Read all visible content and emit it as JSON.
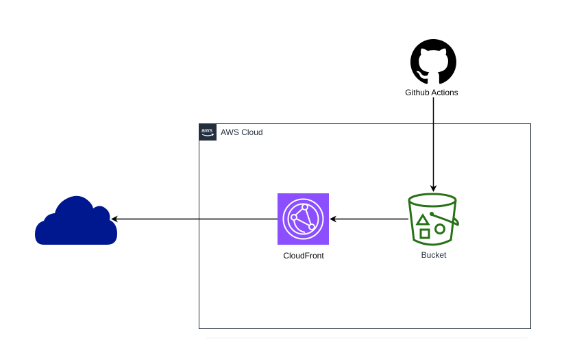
{
  "group": {
    "label": "AWS Cloud",
    "badge_text": "aws"
  },
  "nodes": {
    "github": {
      "label": "Github Actions",
      "icon": "github-icon"
    },
    "bucket": {
      "label": "Bucket",
      "icon": "s3-bucket-icon"
    },
    "cloudfront": {
      "label": "CloudFront",
      "icon": "cloudfront-icon"
    },
    "internet": {
      "icon": "cloud-icon"
    }
  },
  "colors": {
    "aws_dark": "#232f3e",
    "s3_green": "#277116",
    "cloudfront_purple": "#8c4fff",
    "cloud_blue": "#00188f"
  }
}
